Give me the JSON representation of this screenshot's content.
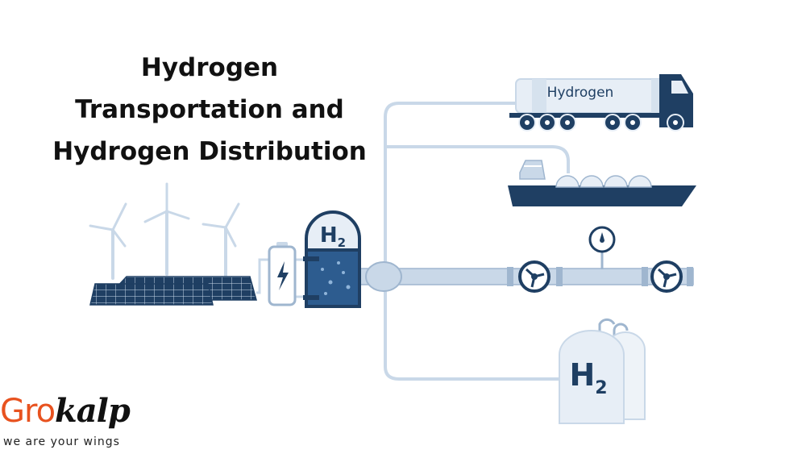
{
  "title": {
    "line1": "Hydrogen",
    "line2": "Transportation and",
    "line3": "Hydrogen Distribution"
  },
  "labels": {
    "tanker": "Hydrogen",
    "electrolyzer": "H",
    "electrolyzer_sub": "2",
    "storage": "H",
    "storage_sub": "2"
  },
  "logo": {
    "word_part1": "Gro",
    "word_part2": "kalp",
    "tagline": "we are your wings"
  },
  "colors": {
    "navy": "#1f3f63",
    "pipe": "#c9d8e8",
    "pipe_edge": "#9fb6cf",
    "light": "#e7eef6",
    "accent": "#e8521f"
  }
}
